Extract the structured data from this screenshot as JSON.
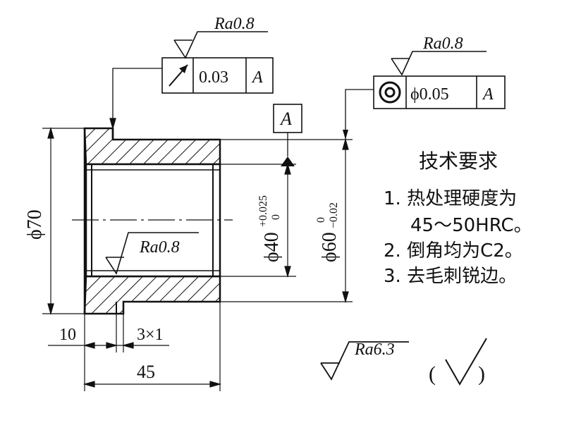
{
  "surface_finish": {
    "top_ra": "Ra0.8",
    "right_ra": "Ra0.8",
    "bore_ra": "Ra0.8",
    "general_ra": "Ra6.3",
    "general_note_open": "(",
    "general_note_close": ")"
  },
  "tolerance_frames": {
    "runout": {
      "symbol": "circular-runout-icon",
      "value": "0.03",
      "datum": "A"
    },
    "coaxiality": {
      "symbol": "coaxiality-icon",
      "value": "ϕ0.05",
      "datum": "A"
    }
  },
  "datum_label": "A",
  "dimensions": {
    "outer_flange_dia": "ϕ70",
    "bore_dia_main": "ϕ40",
    "bore_dia_upper": "+0.025",
    "bore_dia_lower": "0",
    "outer_dia_main": "ϕ60",
    "outer_dia_upper": "0",
    "outer_dia_lower": "−0.02",
    "flange_width": "10",
    "groove": "3×1",
    "total_length": "45"
  },
  "technical_requirements": {
    "title": "技术要求",
    "items": [
      "1. 热处理硬度为",
      "45～50HRC。",
      "2. 倒角均为C2。",
      "3. 去毛刺锐边。"
    ]
  }
}
